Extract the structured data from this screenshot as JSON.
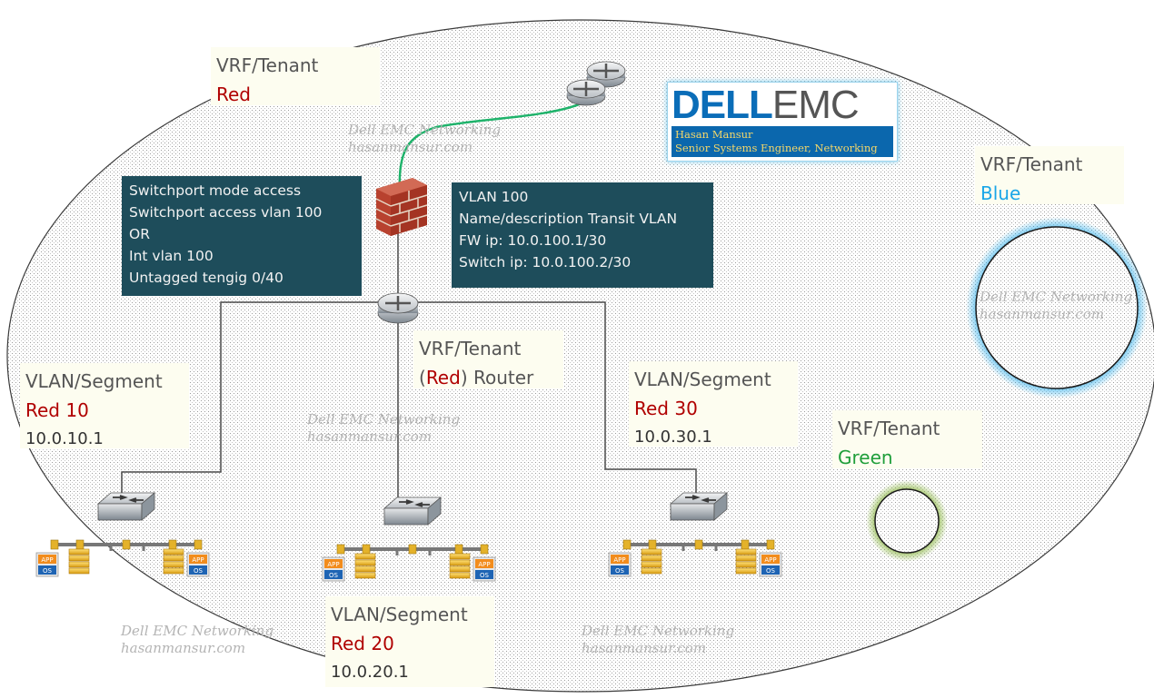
{
  "tenant_red": {
    "title": "VRF/Tenant",
    "name": "Red"
  },
  "tenant_blue": {
    "title": "VRF/Tenant",
    "name": "Blue"
  },
  "tenant_green": {
    "title": "VRF/Tenant",
    "name": "Green"
  },
  "router_label": {
    "title": "VRF/Tenant",
    "open": "(",
    "name": "Red",
    "close": ") Router"
  },
  "segments": {
    "red10": {
      "title": "VLAN/Segment",
      "name": "Red 10",
      "ip": "10.0.10.1"
    },
    "red20": {
      "title": "VLAN/Segment",
      "name": "Red 20",
      "ip": "10.0.20.1"
    },
    "red30": {
      "title": "VLAN/Segment",
      "name": "Red 30",
      "ip": "10.0.30.1"
    }
  },
  "note_switchport": {
    "lines": [
      "Switchport mode access",
      "Switchport access vlan 100",
      "OR",
      "Int vlan 100",
      "Untagged tengig 0/40"
    ]
  },
  "note_transit": {
    "lines": [
      "VLAN 100",
      "Name/description Transit VLAN",
      "FW ip: 10.0.100.1/30",
      "Switch ip: 10.0.100.2/30"
    ]
  },
  "watermark": {
    "line1": "Dell EMC Networking",
    "line2": "hasanmansur.com"
  },
  "logo": {
    "brand_dell": "DELL",
    "brand_emc": "EMC",
    "author": "Hasan Mansur",
    "role": "Senior Systems Engineer, Networking"
  },
  "icon_text": {
    "app": "APP",
    "os": "OS"
  },
  "colors": {
    "red": "#b00000",
    "blue": "#1aa6e8",
    "green": "#1f9e3a",
    "link_green": "#1fb36b",
    "note_bg": "#1e4d5b"
  },
  "icons": [
    "router-icon",
    "firewall-icon",
    "switch-icon",
    "app-server-icon",
    "server-stack-icon"
  ]
}
